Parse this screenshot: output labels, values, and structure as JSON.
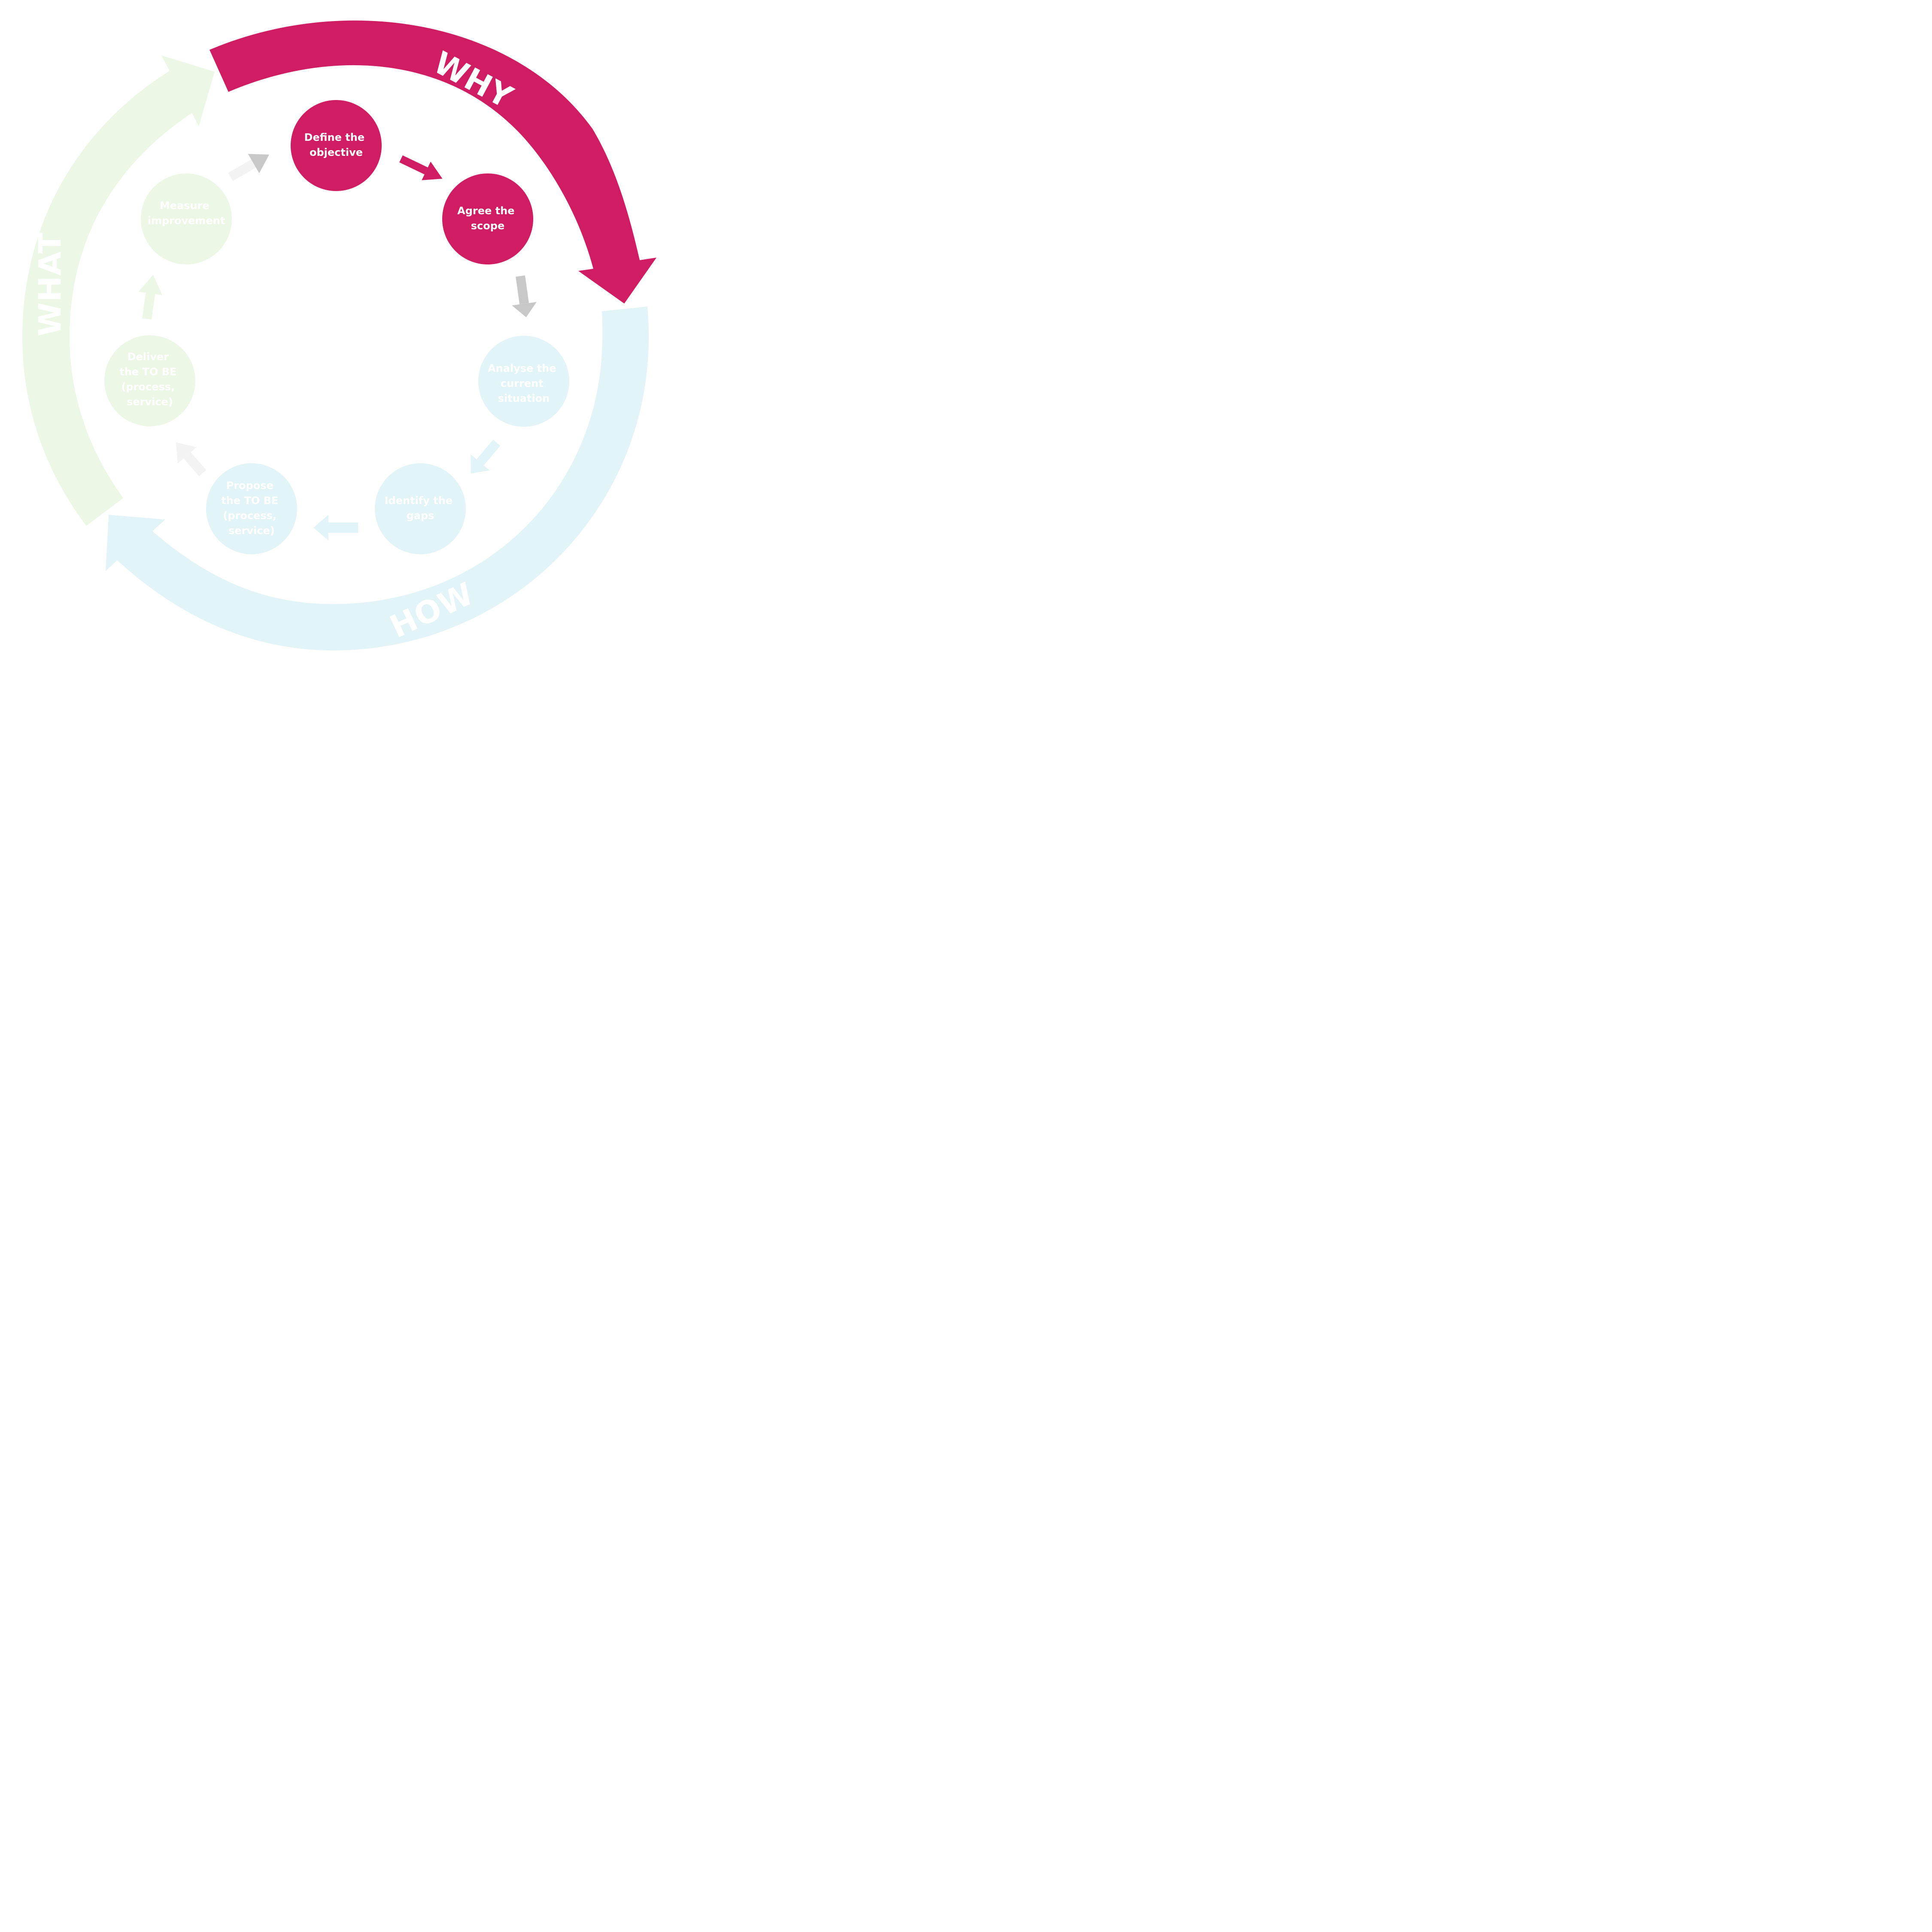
{
  "colors": {
    "why": "#cf1c63",
    "how": "#e2f4f7",
    "what": "#ecf7e6",
    "text_active": "#ffffff",
    "arrow_grey": "#c8c8c8",
    "arrow_faint": "#f3f3f3"
  },
  "bands": {
    "why": "WHY",
    "how": "HOW",
    "what": "WHAT"
  },
  "steps": [
    {
      "id": "define",
      "lines": [
        "Define the",
        "objective"
      ]
    },
    {
      "id": "scope",
      "lines": [
        "Agree the",
        "scope"
      ]
    },
    {
      "id": "analyse",
      "lines": [
        "Analyse the",
        "current",
        "situation"
      ]
    },
    {
      "id": "gaps",
      "lines": [
        "Identify the",
        "gaps"
      ]
    },
    {
      "id": "propose",
      "lines": [
        "Propose",
        "the TO BE",
        "(process,",
        "service)"
      ]
    },
    {
      "id": "deliver",
      "lines": [
        "Deliver",
        "the TO BE",
        "(process,",
        "service)"
      ]
    },
    {
      "id": "measure",
      "lines": [
        "Measure",
        "improvement"
      ]
    }
  ]
}
